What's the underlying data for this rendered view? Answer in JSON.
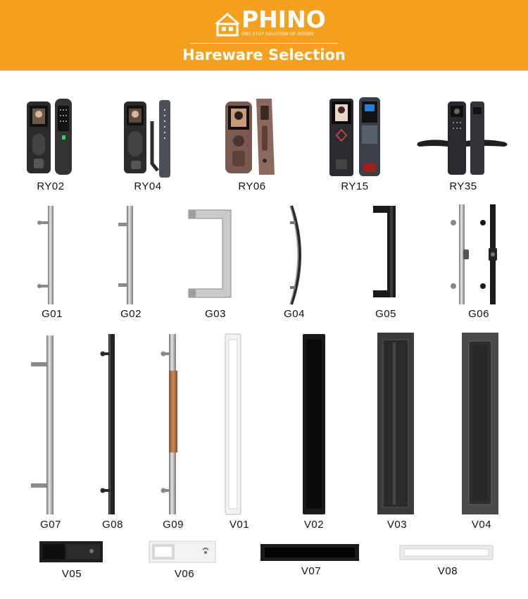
{
  "header": {
    "brand": "PHINO",
    "tagline": "ONE STOP SOLUTION OF DOORS",
    "title": "Hareware Selection",
    "color": "#f6a01f"
  },
  "products": {
    "ry02": "RY02",
    "ry04": "RY04",
    "ry06": "RY06",
    "ry15": "RY15",
    "ry35": "RY35",
    "g01": "G01",
    "g02": "G02",
    "g03": "G03",
    "g04": "G04",
    "g05": "G05",
    "g06": "G06",
    "g07": "G07",
    "g08": "G08",
    "g09": "G09",
    "v01": "V01",
    "v02": "V02",
    "v03": "V03",
    "v04": "V04",
    "v05": "V05",
    "v06": "V06",
    "v07": "V07",
    "v08": "V08"
  }
}
